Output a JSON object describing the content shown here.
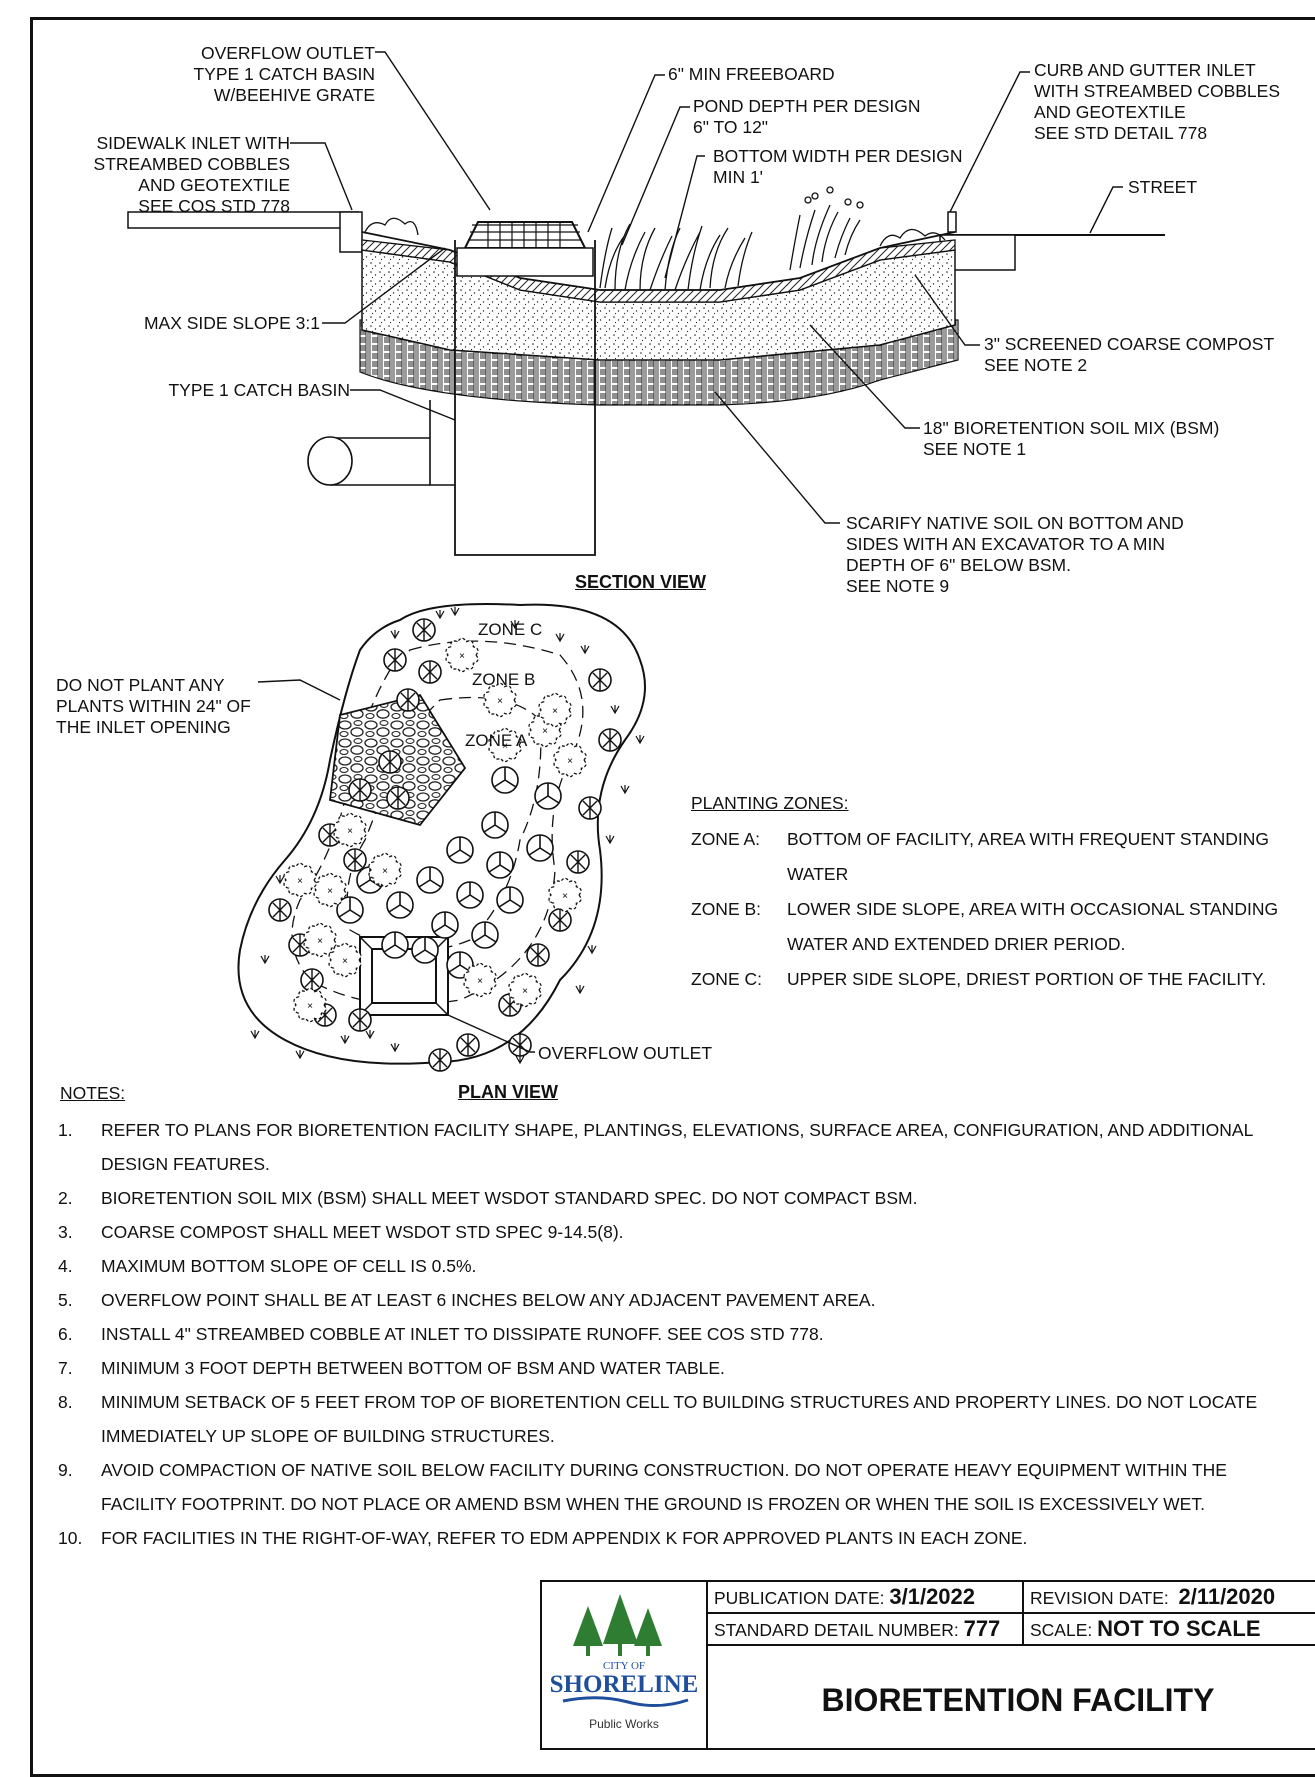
{
  "section_view": {
    "title": "SECTION VIEW",
    "labels": {
      "overflow_outlet": [
        "OVERFLOW OUTLET",
        "TYPE 1 CATCH BASIN",
        "W/BEEHIVE GRATE"
      ],
      "sidewalk_inlet": [
        "SIDEWALK INLET WITH",
        "STREAMBED COBBLES",
        "AND GEOTEXTILE",
        "SEE COS STD 778"
      ],
      "max_side_slope": "MAX SIDE SLOPE 3:1",
      "type1_catch_basin": "TYPE 1 CATCH BASIN",
      "min_freeboard": "6\" MIN FREEBOARD",
      "pond_depth": [
        "POND DEPTH PER DESIGN",
        "6\" TO 12\""
      ],
      "bottom_width": [
        "BOTTOM WIDTH PER DESIGN",
        "MIN 1'"
      ],
      "curb_gutter_inlet": [
        "CURB AND GUTTER INLET",
        "WITH STREAMBED COBBLES",
        "AND GEOTEXTILE",
        "SEE STD DETAIL 778"
      ],
      "street": "STREET",
      "compost": [
        "3\" SCREENED COARSE COMPOST",
        "SEE NOTE 2"
      ],
      "bsm": [
        "18\" BIORETENTION SOIL MIX (BSM)",
        "SEE NOTE 1"
      ],
      "scarify": [
        "SCARIFY NATIVE SOIL ON BOTTOM AND",
        "SIDES WITH AN EXCAVATOR TO A MIN",
        "DEPTH OF 6\" BELOW BSM.",
        "SEE NOTE 9"
      ]
    }
  },
  "plan_view": {
    "title": "PLAN VIEW",
    "zones": [
      "ZONE C",
      "ZONE B",
      "ZONE A"
    ],
    "do_not_plant": [
      "DO NOT PLANT ANY",
      "PLANTS WITHIN 24\" OF",
      "THE INLET OPENING"
    ],
    "overflow_outlet": "OVERFLOW OUTLET"
  },
  "planting_zones": {
    "heading": "PLANTING ZONES:",
    "items": [
      {
        "zone": "ZONE A:",
        "lines": [
          "BOTTOM OF FACILITY, AREA WITH FREQUENT STANDING",
          "WATER"
        ]
      },
      {
        "zone": "ZONE B:",
        "lines": [
          "LOWER SIDE SLOPE, AREA WITH OCCASIONAL STANDING",
          "WATER  AND EXTENDED DRIER PERIOD."
        ]
      },
      {
        "zone": "ZONE C:",
        "lines": [
          "UPPER SIDE SLOPE, DRIEST PORTION OF THE FACILITY."
        ]
      }
    ]
  },
  "notes": {
    "heading": "NOTES:",
    "items": [
      {
        "num": "1.",
        "lines": [
          "REFER TO PLANS FOR BIORETENTION FACILITY SHAPE, PLANTINGS, ELEVATIONS, SURFACE AREA, CONFIGURATION, AND ADDITIONAL",
          "DESIGN FEATURES."
        ]
      },
      {
        "num": "2.",
        "lines": [
          "BIORETENTION SOIL MIX (BSM) SHALL MEET WSDOT STANDARD SPEC. DO NOT COMPACT BSM."
        ]
      },
      {
        "num": "3.",
        "lines": [
          "COARSE COMPOST SHALL MEET WSDOT STD SPEC 9-14.5(8)."
        ]
      },
      {
        "num": "4.",
        "lines": [
          "MAXIMUM BOTTOM SLOPE OF CELL IS 0.5%."
        ]
      },
      {
        "num": "5.",
        "lines": [
          "OVERFLOW POINT SHALL BE AT LEAST 6 INCHES BELOW ANY ADJACENT PAVEMENT AREA."
        ]
      },
      {
        "num": "6.",
        "lines": [
          "INSTALL 4\" STREAMBED COBBLE AT INLET TO DISSIPATE RUNOFF. SEE COS STD 778."
        ]
      },
      {
        "num": "7.",
        "lines": [
          "MINIMUM 3 FOOT DEPTH BETWEEN BOTTOM OF BSM AND WATER TABLE."
        ]
      },
      {
        "num": "8.",
        "lines": [
          "MINIMUM SETBACK OF 5 FEET FROM TOP OF BIORETENTION CELL TO BUILDING STRUCTURES AND PROPERTY LINES.  DO NOT LOCATE",
          "IMMEDIATELY UP SLOPE OF BUILDING STRUCTURES."
        ]
      },
      {
        "num": "9.",
        "lines": [
          "AVOID COMPACTION OF NATIVE SOIL BELOW FACILITY DURING CONSTRUCTION. DO NOT OPERATE HEAVY EQUIPMENT WITHIN THE",
          "FACILITY FOOTPRINT. DO NOT PLACE OR AMEND BSM WHEN THE GROUND IS FROZEN OR WHEN THE SOIL IS EXCESSIVELY WET."
        ]
      },
      {
        "num": "10.",
        "lines": [
          "FOR FACILITIES IN THE RIGHT-OF-WAY, REFER TO EDM APPENDIX K FOR APPROVED PLANTS IN EACH ZONE."
        ]
      }
    ]
  },
  "title_block": {
    "publication_label": "PUBLICATION DATE:",
    "publication_date": "3/1/2022",
    "revision_label": "REVISION DATE:",
    "revision_date": "2/11/2020",
    "std_label": "STANDARD DETAIL NUMBER:",
    "std_number": "777",
    "scale_label": "SCALE:",
    "scale_value": "NOT TO SCALE",
    "drawing_title": "BIORETENTION FACILITY",
    "logo": {
      "city_of": "CITY OF",
      "name": "SHORELINE",
      "dept": "Public Works"
    }
  },
  "colors": {
    "ink": "#111111",
    "logo_green": "#2e7d32",
    "logo_blue": "#1f4e9c"
  }
}
